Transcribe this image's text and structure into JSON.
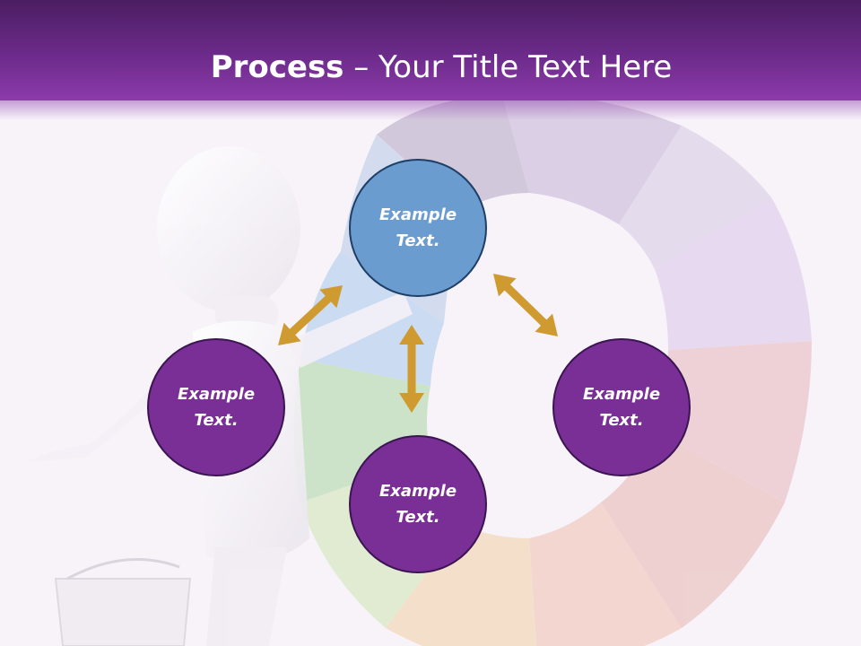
{
  "title": {
    "bold": "Process",
    "rest": " – Your Title Text Here"
  },
  "nodes": [
    {
      "id": "top",
      "text": "Example Text.",
      "color": "#6a9ccf"
    },
    {
      "id": "left",
      "text": "Example Text.",
      "color": "#7a2f96"
    },
    {
      "id": "right",
      "text": "Example Text.",
      "color": "#7a2f96"
    },
    {
      "id": "bottom",
      "text": "Example Text.",
      "color": "#7a2f96"
    }
  ],
  "colors": {
    "header": "#6c2b8a",
    "arrow": "#cf9a2f",
    "node_border": "#3b1552",
    "top_node_border": "#1e3f66"
  }
}
